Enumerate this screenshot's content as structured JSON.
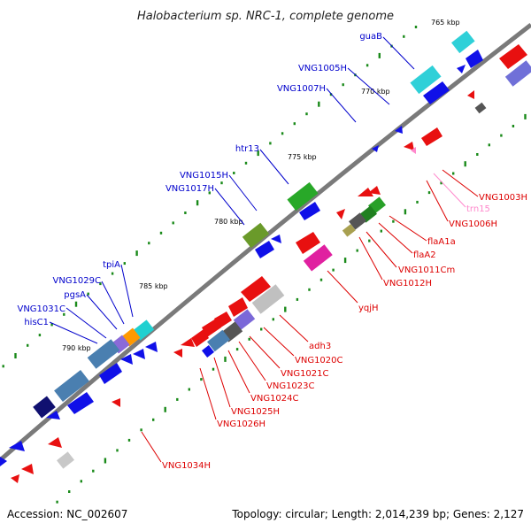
{
  "title": "Halobacterium sp. NRC-1, complete genome",
  "footer": {
    "accession": "Accession: NC_002607",
    "summary": "Topology: circular; Length: 2,014,239 bp; Genes: 2,127"
  },
  "colors": {
    "backbone": "#7a7a7a",
    "tick": "#1a8a1a",
    "forward_label": "#0000cc",
    "reverse_label": "#dd0000",
    "trna_label": "#ff88cc"
  },
  "kbp_labels": [
    "765 kbp",
    "770 kbp",
    "775 kbp",
    "780 kbp",
    "785 kbp",
    "790 kbp"
  ],
  "forward_labels": [
    "guaB",
    "VNG1005H",
    "VNG1007H",
    "htr13",
    "VNG1015H",
    "VNG1017H",
    "tpiA",
    "VNG1029C",
    "pgsA",
    "VNG1031C",
    "hisC1"
  ],
  "reverse_labels": [
    "VNG1003H",
    "trn15",
    "VNG1006H",
    "flaA1a",
    "flaA2",
    "VNG1011Cm",
    "VNG1012H",
    "yqjH",
    "adh3",
    "VNG1020C",
    "VNG1021C",
    "VNG1023C",
    "VNG1024C",
    "VNG1025H",
    "VNG1026H",
    "VNG1034H"
  ]
}
